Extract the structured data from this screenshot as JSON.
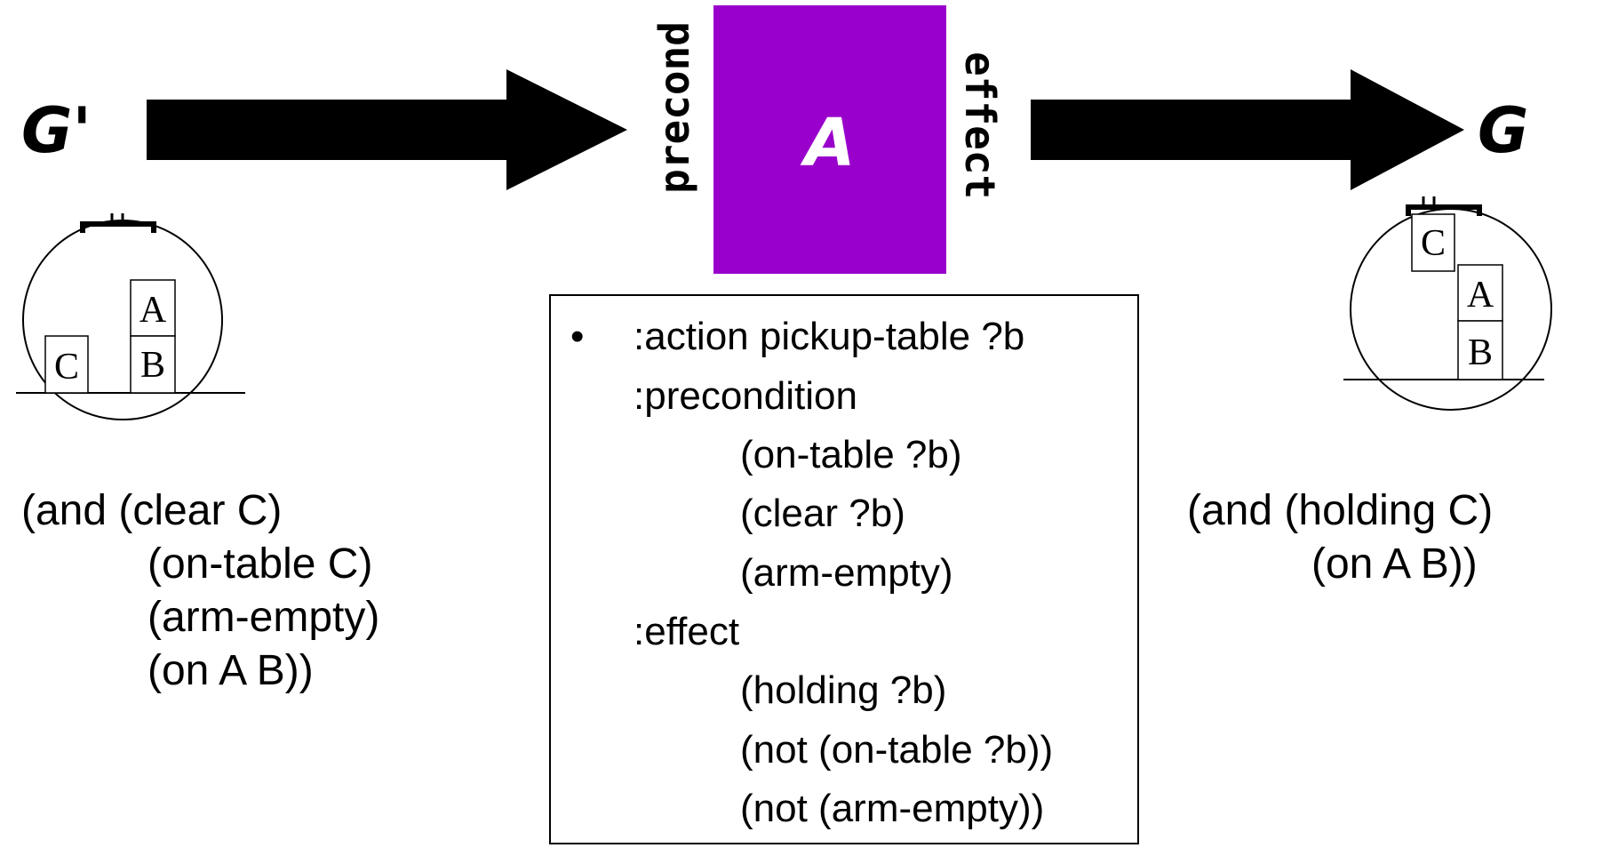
{
  "initial_state": {
    "label": "G'",
    "blocks": {
      "a": "A",
      "b": "B",
      "c": "C"
    },
    "formula": [
      "(and (clear C)",
      "(on-table C)",
      "(arm-empty)",
      "(on A B))"
    ]
  },
  "action": {
    "letter": "A",
    "color": "#9900cc",
    "precond_label": "precond",
    "effect_label": "effect"
  },
  "goal_state": {
    "label": "G",
    "blocks": {
      "c": "C",
      "a": "A",
      "b": "B"
    },
    "formula": [
      "(and (holding C)",
      "(on A B))"
    ]
  },
  "schema": {
    "bullet": "•",
    "action_line": ":action pickup-table ?b",
    "precondition_label": ":precondition",
    "preconditions": [
      "(on-table ?b)",
      "(clear ?b)",
      "(arm-empty)"
    ],
    "effect_label": ":effect",
    "effects": [
      "(holding ?b)",
      "(not (on-table ?b))",
      "(not (arm-empty))"
    ]
  }
}
